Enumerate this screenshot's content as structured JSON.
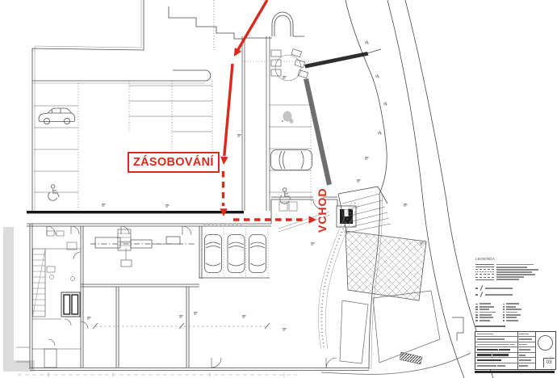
{
  "annotations": {
    "supply": {
      "label": "ZÁSOBOVÁNÍ"
    },
    "entrance": {
      "label": "VCHOD"
    },
    "accent_color": "#d92a1c"
  },
  "legend": {
    "title": "LEGENDA :",
    "line_rows": 7,
    "note_rows": 2,
    "list_rows": 7
  },
  "title_block": {
    "sheet_number": "03"
  },
  "palette": {
    "paper": "#ffffff",
    "ink": "#4a4a4a",
    "wall": "#161616",
    "muted": "#9a9a9a"
  }
}
